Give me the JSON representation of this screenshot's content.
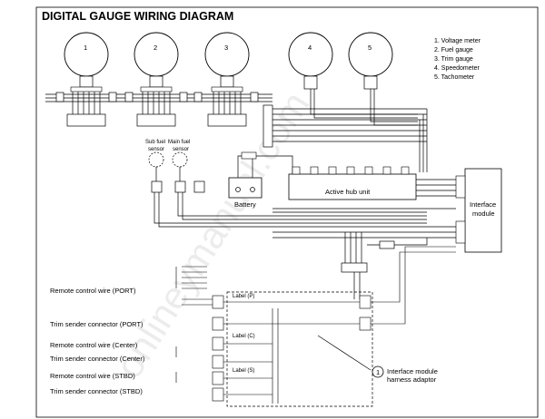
{
  "title": "DIGITAL GAUGE WIRING DIAGRAM",
  "gauges": [
    {
      "num": "1"
    },
    {
      "num": "2"
    },
    {
      "num": "3"
    },
    {
      "num": "4"
    },
    {
      "num": "5"
    }
  ],
  "legend": [
    "1. Voltage meter",
    "2. Fuel gauge",
    "3. Trim gauge",
    "4. Speedometer",
    "5. Tachometer"
  ],
  "sensors": {
    "sub_fuel": [
      "Sub fuel",
      "sensor"
    ],
    "main_fuel": [
      "Main fuel",
      "sensor"
    ]
  },
  "battery": "Battery",
  "hub": "Active hub unit",
  "interface": [
    "Interface",
    "module"
  ],
  "left_labels": [
    "Remote control wire (PORT)",
    "Trim sender connector (PORT)",
    "Remote control wire (Center)",
    "Trim sender connector (Center)",
    "Remote control wire (STBD)",
    "Trim sender connector (STBD)"
  ],
  "small_labels": [
    "Label (P)",
    "Label (C)",
    "Label (S)"
  ],
  "callout": {
    "num": "1",
    "text": [
      "Interface module",
      "harness adaptor"
    ]
  },
  "watermark": "onlineymanual.com"
}
